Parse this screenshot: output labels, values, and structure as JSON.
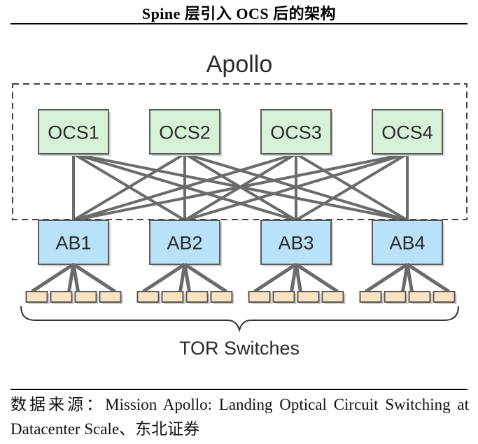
{
  "header": {
    "title": "Spine 层引入 OCS 后的架构"
  },
  "diagram": {
    "group_label": "Apollo",
    "ocs_nodes": [
      {
        "label": "OCS1"
      },
      {
        "label": "OCS2"
      },
      {
        "label": "OCS3"
      },
      {
        "label": "OCS4"
      }
    ],
    "ab_nodes": [
      {
        "label": "AB1"
      },
      {
        "label": "AB2"
      },
      {
        "label": "AB3"
      },
      {
        "label": "AB4"
      }
    ],
    "tor_per_ab": 4,
    "tor_label": "TOR Switches",
    "connectivity": "full-mesh OCS to AB",
    "colors": {
      "ocs_fill": "#d7f0d8",
      "ab_fill": "#b8e2f8",
      "tor_fill": "#fbe3c2",
      "link": "#6b6b6b",
      "border": "#5a5a5a"
    }
  },
  "footer": {
    "source": "数据来源：Mission Apollo: Landing Optical Circuit Switching at Datacenter Scale、东北证券"
  }
}
